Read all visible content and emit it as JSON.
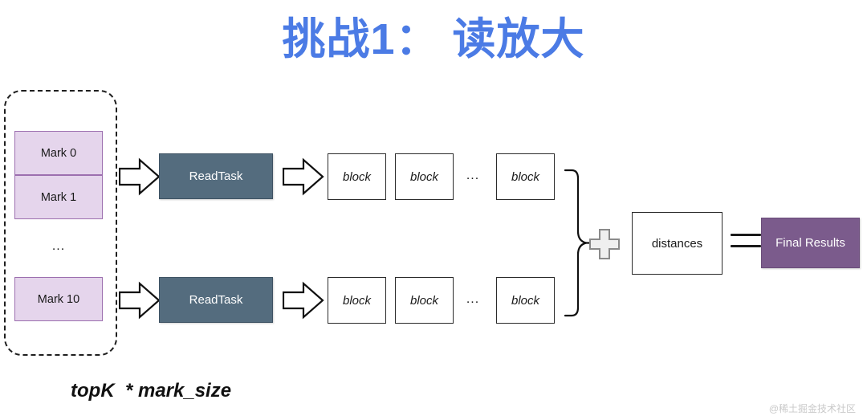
{
  "title": "挑战1： 读放大",
  "colors": {
    "title_blue": "#4B7BE5",
    "mark_fill": "#E5D5EC",
    "mark_border": "#9C6FAF",
    "readtask_fill": "#546C7E",
    "final_results_fill": "#7B5B8C",
    "box_border": "#2B2B2B",
    "watermark": "#C9C9C9"
  },
  "marks_container": {
    "items": [
      {
        "label": "Mark 0"
      },
      {
        "label": "Mark 1"
      },
      {
        "label": "Mark 10"
      }
    ],
    "ellipsis": "..."
  },
  "pipeline": {
    "rows": [
      {
        "readtask_label": "ReadTask",
        "blocks": [
          {
            "label": "block"
          },
          {
            "label": "block"
          },
          {
            "label": "block"
          }
        ],
        "ellipsis": "..."
      },
      {
        "readtask_label": "ReadTask",
        "blocks": [
          {
            "label": "block"
          },
          {
            "label": "block"
          },
          {
            "label": "block"
          }
        ],
        "ellipsis": "..."
      }
    ]
  },
  "combine": {
    "plus_symbol": "+",
    "distances_label": "distances",
    "equals_symbol": "=",
    "final_results_label": "Final Results"
  },
  "footer": {
    "formula": "topK  * mark_size"
  },
  "watermark": "@稀土掘金技术社区"
}
